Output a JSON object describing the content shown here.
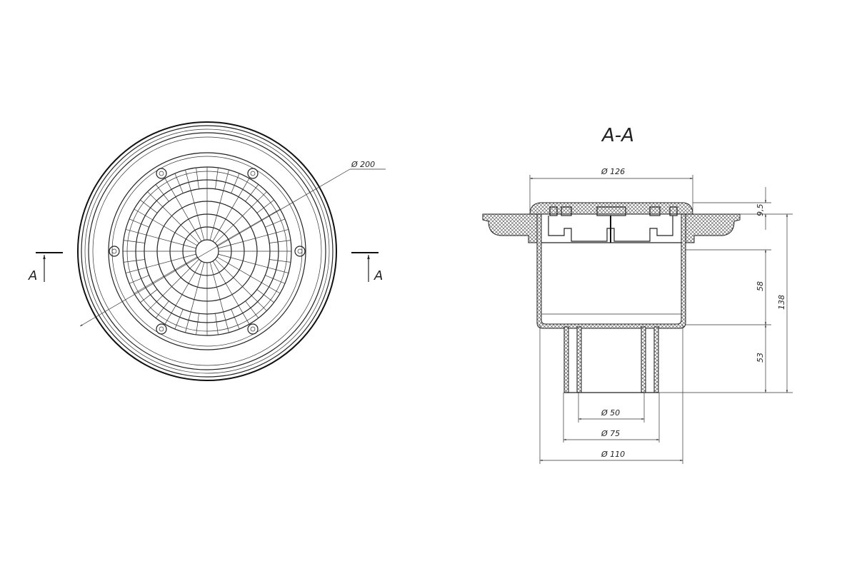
{
  "plan_view": {
    "section_mark_left": "A",
    "section_mark_right": "A",
    "outer_diameter_label": "Ø 200"
  },
  "section_view": {
    "title": "A-A",
    "dims": {
      "grate_diameter": "Ø 126",
      "grate_height": "9,5",
      "body_height": "58",
      "total_height": "138",
      "outlet_height": "53",
      "inner_outlet": "Ø 50",
      "mid_outlet": "Ø 75",
      "body_diameter": "Ø 110"
    }
  }
}
